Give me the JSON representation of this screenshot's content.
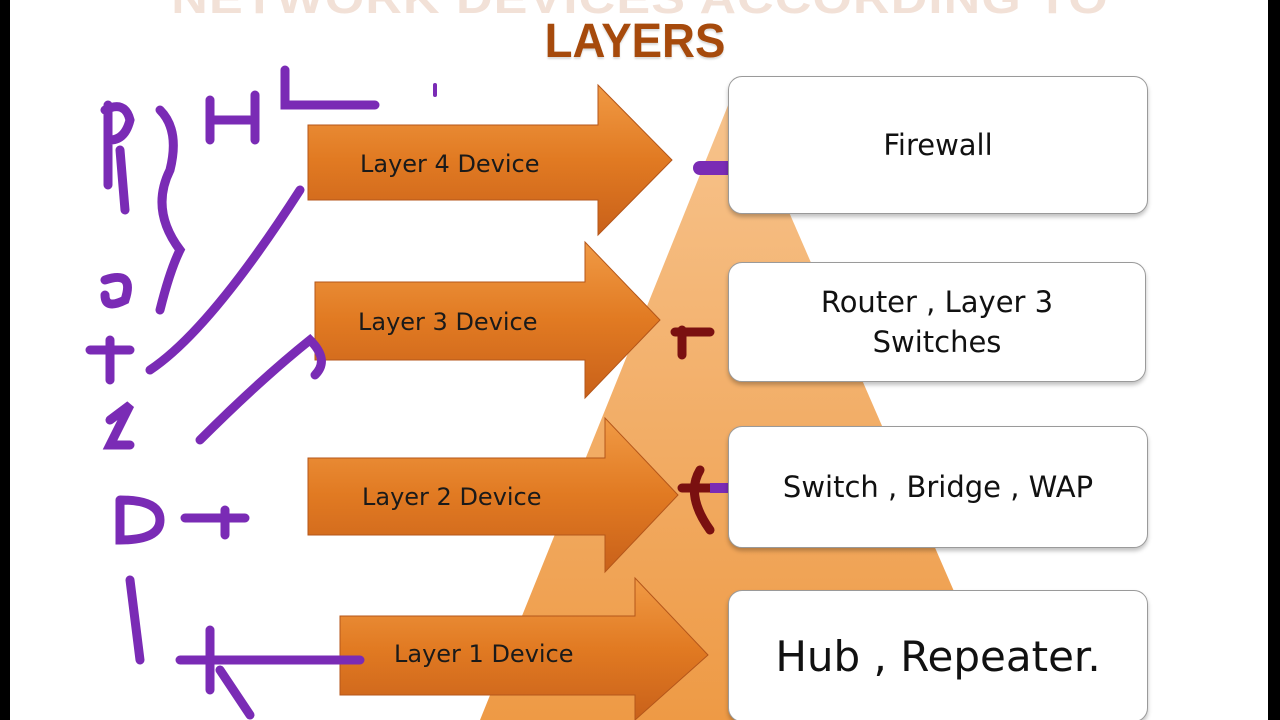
{
  "slide": {
    "top_title_partial": "NETWORK DEVICES ACCORDING TO",
    "title": "LAYERS",
    "colors": {
      "arrow": "#e07a22",
      "pyramid": "#f1a55a",
      "title": "#a64a0c",
      "annotation": "#7a2bb5",
      "annotation_dark": "#7a1010"
    },
    "layers": [
      {
        "arrow_label": "Layer 4 Device",
        "devices": "Firewall"
      },
      {
        "arrow_label": "Layer 3 Device",
        "devices": "Router ,  Layer 3 Switches"
      },
      {
        "arrow_label": "Layer 2 Device",
        "devices": "Switch , Bridge , WAP"
      },
      {
        "arrow_label": "Layer 1 Device",
        "devices": "Hub , Repeater."
      }
    ]
  }
}
